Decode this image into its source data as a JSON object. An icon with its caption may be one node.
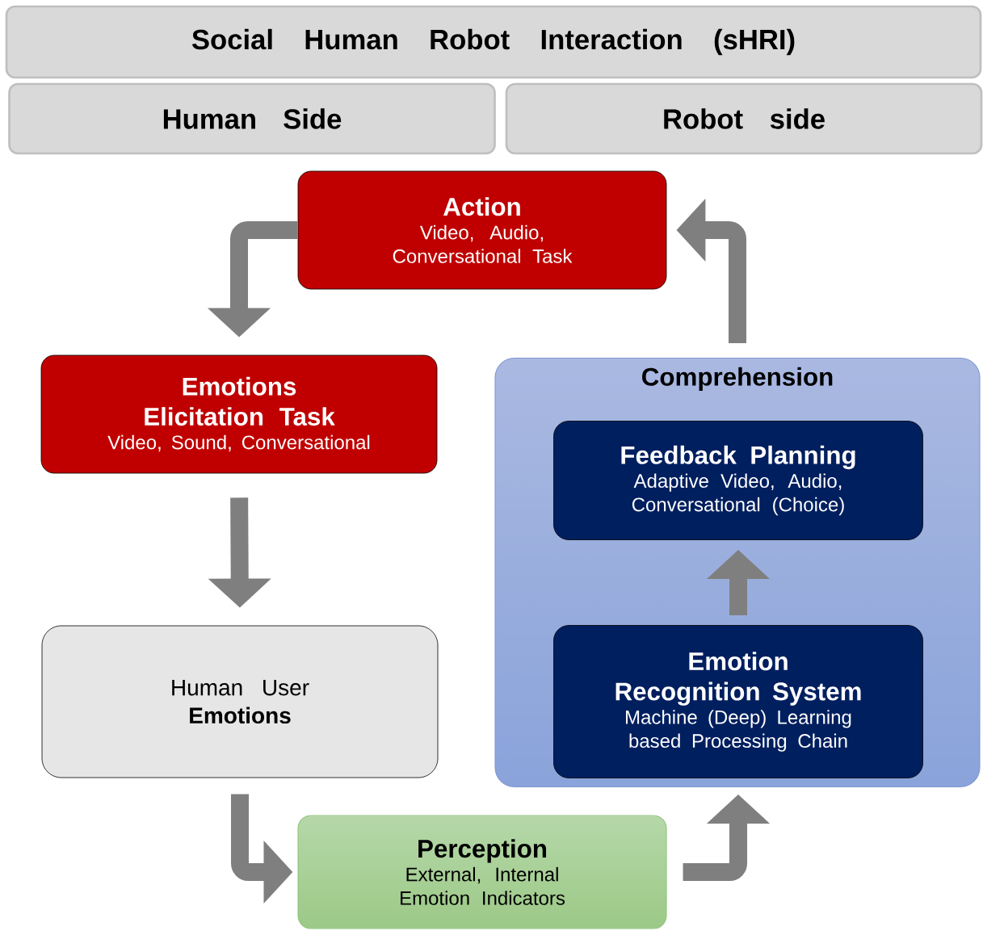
{
  "diagram": {
    "nodes": [
      {
        "text": [
          "Social Human Robot Interaction (sHRI)"
        ]
      },
      {
        "text": [
          "Human Side"
        ]
      },
      {
        "text": [
          "Robot side"
        ]
      },
      {
        "text": [
          "Action",
          "Video, Audio, Conversational Task"
        ]
      },
      {
        "text": [
          "Emotions Elicitation Task",
          "Video, Sound, Conversational"
        ]
      },
      {
        "text": [
          "Comprehension"
        ]
      },
      {
        "text": [
          "Feedback Planning",
          "Adaptive Video, Audio, Conversational (Choice)"
        ],
        "in": 5
      },
      {
        "text": [
          "Emotion Recognition System",
          "Machine (Deep) Learning based Processing Chain"
        ],
        "in": 5
      },
      {
        "text": [
          "Human User",
          "Emotions"
        ]
      },
      {
        "text": [
          "Perception",
          "External, Internal Emotion Indicators"
        ]
      }
    ],
    "edges": [
      {
        "from": 3,
        "to": 4,
        "arrow": "to"
      },
      {
        "from": 4,
        "to": 8,
        "arrow": "to"
      },
      {
        "from": 8,
        "to": 9,
        "arrow": "to"
      },
      {
        "from": 9,
        "to": 7,
        "arrow": "to"
      },
      {
        "from": 7,
        "to": 6,
        "arrow": "to"
      },
      {
        "from": 5,
        "to": 3,
        "arrow": "to"
      }
    ]
  }
}
